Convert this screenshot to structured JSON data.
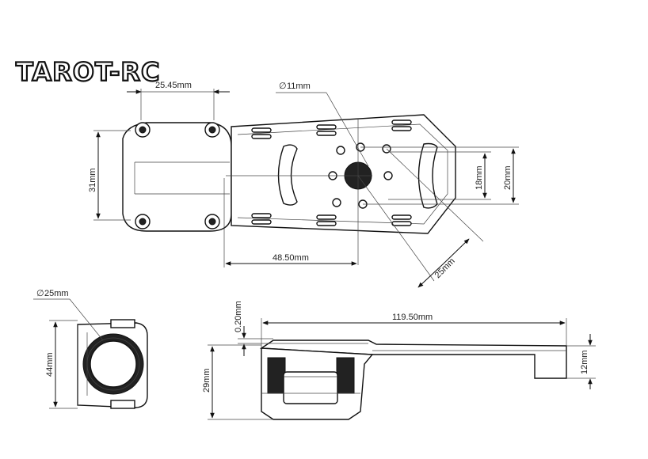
{
  "brand": {
    "logo_text": "TAROT-RC"
  },
  "top_view": {
    "dims": {
      "width_top": "25.45mm",
      "hole_diameter": "11mm",
      "clamp_height": "31mm",
      "offset_length": "48.50mm",
      "hole_spacing_small": "18mm",
      "hole_spacing_large": "20mm",
      "diagonal": "25mm"
    },
    "diameter_symbol": "∅"
  },
  "end_view": {
    "dims": {
      "tube_diameter": "25mm",
      "height": "44mm"
    },
    "diameter_symbol": "∅"
  },
  "side_view": {
    "dims": {
      "overall_length": "119.50mm",
      "gap": "0.20mm",
      "block_height": "29mm",
      "plate_height": "12mm"
    }
  }
}
